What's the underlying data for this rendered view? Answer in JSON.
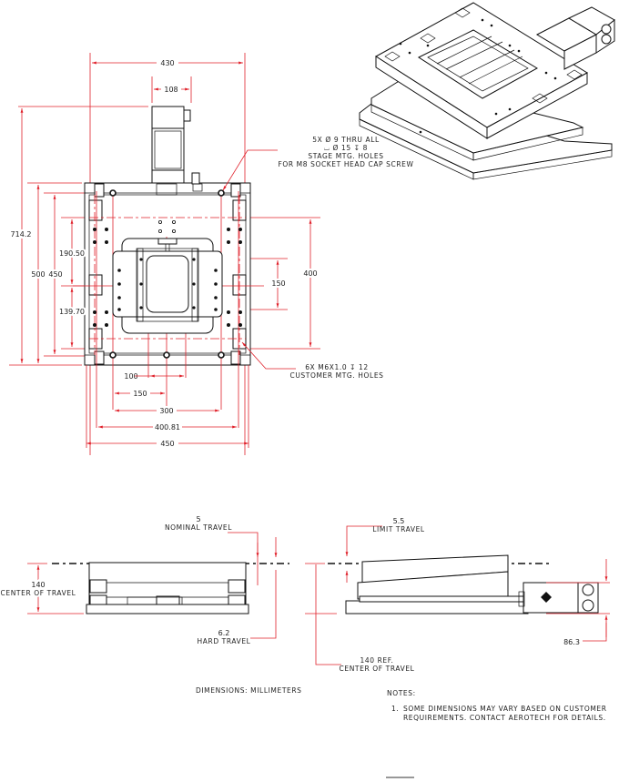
{
  "drawing": {
    "title": "XY Stage Dimensional Drawing",
    "colors": {
      "dimension": "#e0202a",
      "outline": "#111111",
      "text": "#222222"
    },
    "top_view": {
      "dims": {
        "overall_width_top": "430",
        "motor_width": "108",
        "overall_height": "714.2",
        "base_height": "500",
        "table_height": "450",
        "upper_offset": "190.50",
        "lower_offset": "139.70",
        "hole_spacing_vertical": "400",
        "center_spacing": "150",
        "bottom_100": "100",
        "bottom_150": "150",
        "bottom_300": "300",
        "bottom_400_81": "400.81",
        "bottom_450": "450"
      },
      "callouts": {
        "stage_holes": [
          "5X Ø 9 THRU ALL",
          "⌴ Ø 15 ↧ 8",
          "STAGE MTG. HOLES",
          "FOR M8 SOCKET HEAD CAP SCREW"
        ],
        "customer_holes": [
          "6X M6X1.0 ↧ 12",
          "CUSTOMER MTG. HOLES"
        ]
      }
    },
    "front_view": {
      "nominal_travel_value": "5",
      "nominal_travel_label": "NOMINAL TRAVEL",
      "center_travel_value": "140",
      "center_travel_label": "CENTER OF TRAVEL",
      "hard_travel_value": "6.2",
      "hard_travel_label": "HARD TRAVEL"
    },
    "side_view": {
      "limit_travel_value": "5.5",
      "limit_travel_label": "LIMIT TRAVEL",
      "motor_height": "86.3",
      "ref_center_value": "140 REF.",
      "ref_center_label": "CENTER OF TRAVEL"
    },
    "units_note": "DIMENSIONS:  MILLIMETERS",
    "notes_title": "NOTES:",
    "notes": [
      {
        "num": "1.",
        "line1": "SOME DIMENSIONS MAY VARY BASED ON CUSTOMER",
        "line2": "REQUIREMENTS.  CONTACT AEROTECH FOR DETAILS."
      }
    ]
  }
}
